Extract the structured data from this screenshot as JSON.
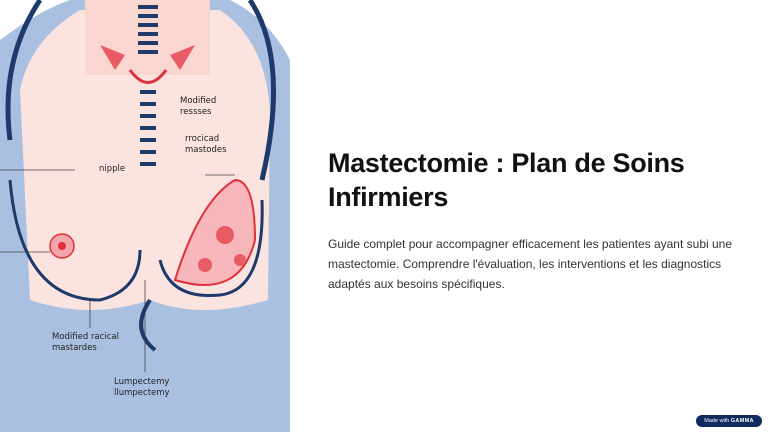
{
  "illustration": {
    "labels": {
      "modified_ressses": "Modified\nressses",
      "rrocicad_mastodes": "rrocicad\nmastodes",
      "nipple": "nipple",
      "modified_racical": "Modified racical\nmastardes",
      "lumpectemy": "Lumpectemy\nllumpectemy"
    }
  },
  "content": {
    "title": "Mastectomie : Plan de Soins Infirmiers",
    "description": "Guide complet pour accompagner efficacement les patientes ayant subi une mastectomie. Comprendre l'évaluation, les interventions et les diagnostics adaptés aux besoins spécifiques."
  },
  "badge": {
    "prefix": "Made with",
    "brand": "GAMMA"
  },
  "colors": {
    "skin": "#fbe3df",
    "gown": "#aac0e0",
    "navy": "#1d3a6b",
    "red": "#e0303a"
  }
}
